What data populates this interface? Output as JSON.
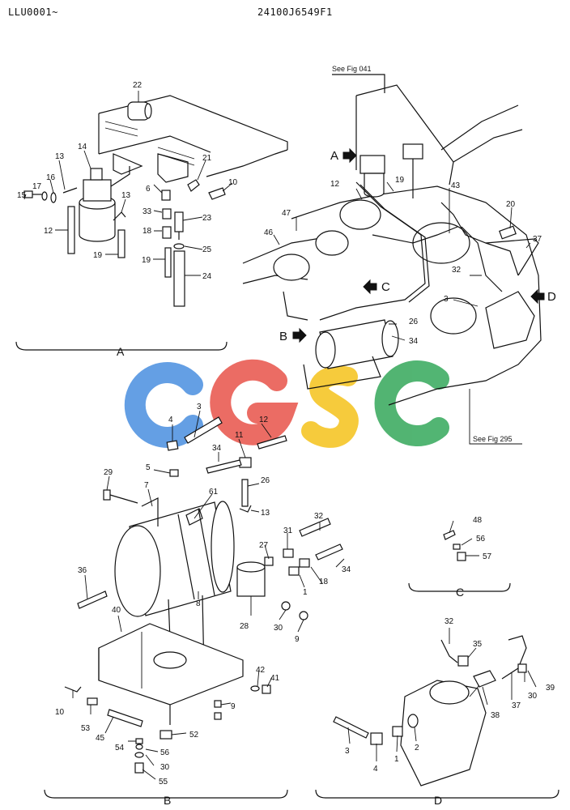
{
  "header": {
    "left": "LLU0001~",
    "right": "24100J6549F1"
  },
  "refs": {
    "fig041": "See Fig 041",
    "fig295": "See Fig 295"
  },
  "watermark": {
    "letters": [
      "C",
      "G",
      "S",
      "C"
    ],
    "colors": [
      "#4a8fe0",
      "#e8534a",
      "#f5c21b",
      "#34a85a"
    ]
  },
  "sections": {
    "A": "A",
    "B": "B",
    "C": "C",
    "D": "D"
  },
  "arrows": {
    "A": "A",
    "B": "B",
    "C": "C",
    "D": "D"
  },
  "parts": {
    "p1": "1",
    "p2": "2",
    "p3": "3",
    "p4": "4",
    "p5": "5",
    "p6": "6",
    "p7": "7",
    "p8": "8",
    "p9": "9",
    "p10": "10",
    "p11": "11",
    "p12": "12",
    "p13": "13",
    "p14": "14",
    "p15": "15",
    "p16": "16",
    "p17": "17",
    "p18": "18",
    "p19": "19",
    "p20": "20",
    "p21": "21",
    "p22": "22",
    "p23": "23",
    "p24": "24",
    "p25": "25",
    "p26": "26",
    "p27": "27",
    "p28": "28",
    "p29": "29",
    "p30": "30",
    "p31": "31",
    "p32": "32",
    "p33": "33",
    "p34": "34",
    "p35": "35",
    "p36": "36",
    "p37": "37",
    "p38": "38",
    "p39": "39",
    "p40": "40",
    "p41": "41",
    "p42": "42",
    "p43": "43",
    "p45": "45",
    "p46": "46",
    "p47": "47",
    "p48": "48",
    "p52": "52",
    "p53": "53",
    "p54": "54",
    "p55": "55",
    "p56": "56",
    "p57": "57",
    "p61": "61"
  }
}
